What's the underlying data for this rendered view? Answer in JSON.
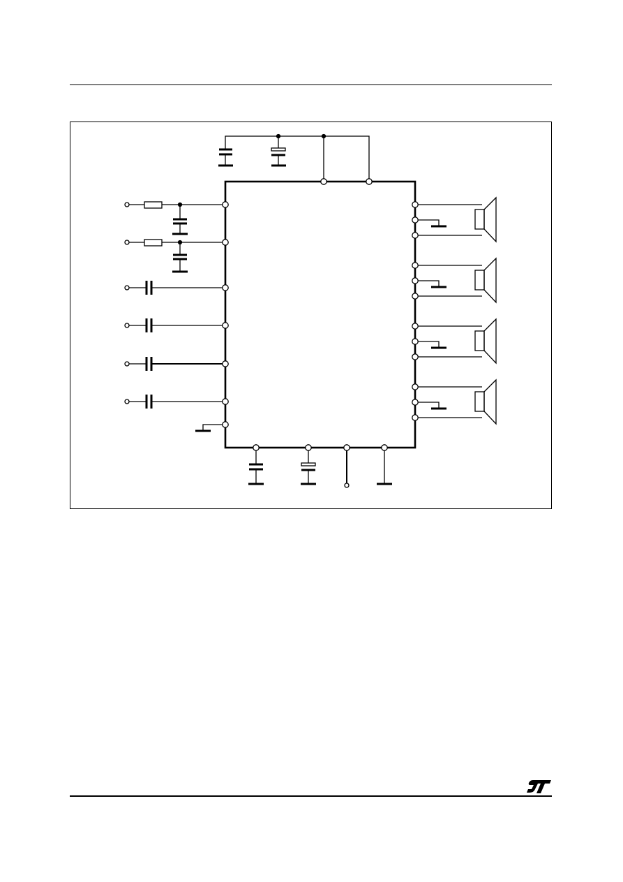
{
  "page": {
    "logo": {
      "icon": "st-logo-icon",
      "text": "ST",
      "color": "#000000"
    }
  },
  "diagram": {
    "kind": "application-circuit",
    "components": {
      "ic": "ic-body",
      "speakers": 4,
      "input_channels_rc": 2,
      "input_channels_coupling": 4,
      "supply_capacitors": 2,
      "bottom_capacitors": 2
    },
    "line_color": "#000000"
  }
}
